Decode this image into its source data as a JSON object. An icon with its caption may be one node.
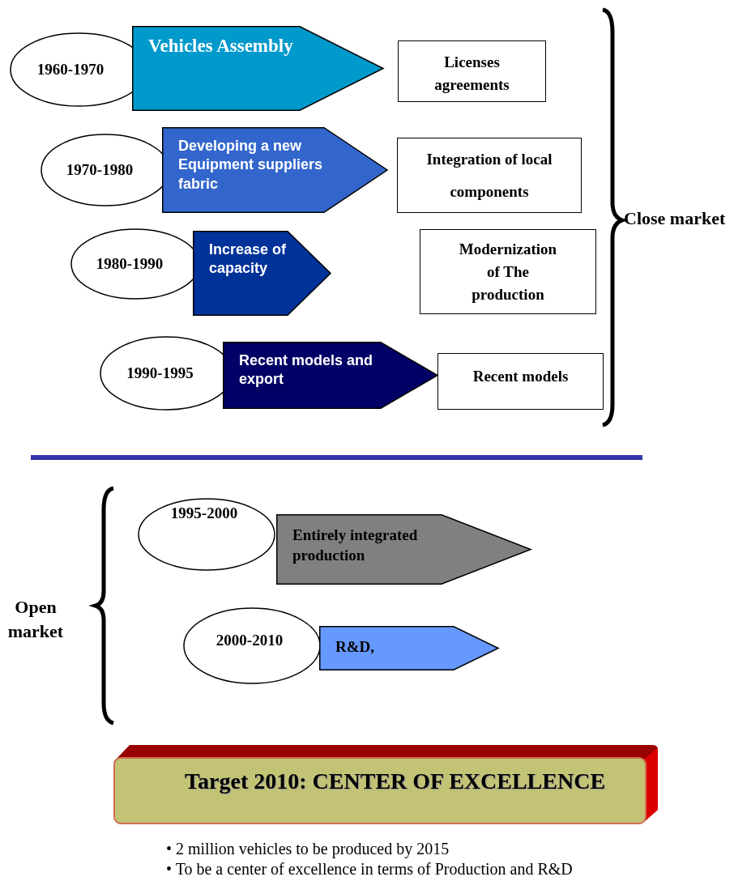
{
  "diagram": {
    "nodes": [
      {
        "text": [
          "1960-1970"
        ]
      },
      {
        "text": [
          "Vehicles Assembly"
        ]
      },
      {
        "text": [
          "Licenses agreements"
        ]
      },
      {
        "text": [
          "1970-1980"
        ]
      },
      {
        "text": [
          "Developing a new Equipment suppliers fabric"
        ]
      },
      {
        "text": [
          "Integration of local components"
        ]
      },
      {
        "text": [
          "1980-1990"
        ]
      },
      {
        "text": [
          "Increase of capacity"
        ]
      },
      {
        "text": [
          "Modernization of The production"
        ]
      },
      {
        "text": [
          "1990-1995"
        ]
      },
      {
        "text": [
          "Recent models and export"
        ]
      },
      {
        "text": [
          "Recent models"
        ]
      },
      {
        "text": [
          "1995-2000"
        ]
      },
      {
        "text": [
          "Entirely integrated production"
        ]
      },
      {
        "text": [
          "2000-2010"
        ]
      },
      {
        "text": [
          "R&D,"
        ]
      },
      {
        "text": [
          "Target 2010: CENTER OF EXCELLENCE"
        ]
      }
    ],
    "labels": [
      "Close market",
      "Open market",
      "• 2 million vehicles to be produced by 2015",
      "• To be a center of excellence in terms of Production and R&D"
    ]
  }
}
